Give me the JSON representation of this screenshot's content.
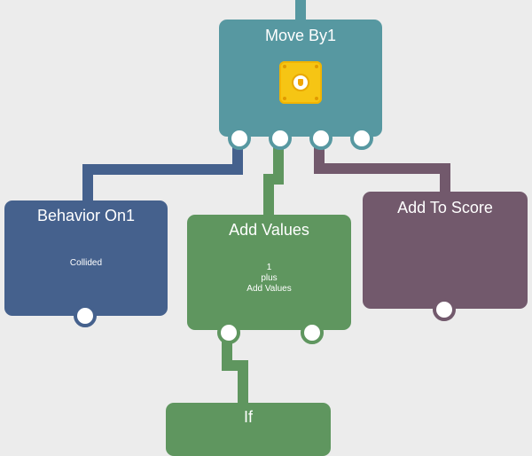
{
  "colors": {
    "background": "#ececec",
    "move_node": "#5798a1",
    "behavior_node": "#45618d",
    "add_values_node": "#5f965f",
    "add_score_node": "#72596c",
    "if_node": "#5f965f",
    "badge": "#f6c514"
  },
  "nodes": {
    "move_by": {
      "title": "Move By1",
      "icon": "coin-badge-icon"
    },
    "behavior_on": {
      "title": "Behavior On1",
      "detail": "Collided"
    },
    "add_values": {
      "title": "Add Values",
      "detail_lines": [
        "1",
        "plus",
        "Add Values"
      ]
    },
    "add_to_score": {
      "title": "Add To Score"
    },
    "if": {
      "title": "If"
    }
  }
}
